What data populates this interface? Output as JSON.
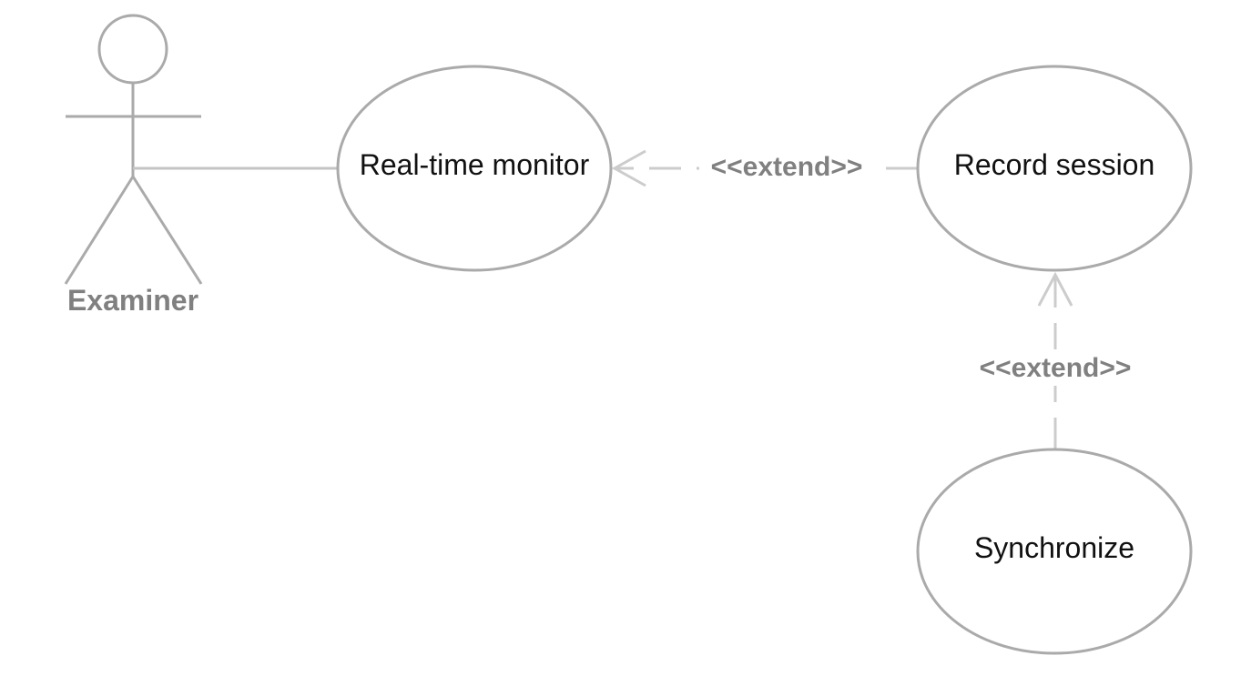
{
  "diagram": {
    "actor": {
      "label": "Examiner"
    },
    "use_cases": {
      "realtime_monitor": "Real-time monitor",
      "record_session": "Record session",
      "synchronize": "Synchronize"
    },
    "relations": {
      "extend_record_to_monitor": "<<extend>>",
      "extend_sync_to_record": "<<extend>>"
    },
    "colors": {
      "ellipse_stroke": "#aaaaaa",
      "connector": "#cccccc",
      "label_gray": "#808080",
      "text": "#111111"
    }
  }
}
